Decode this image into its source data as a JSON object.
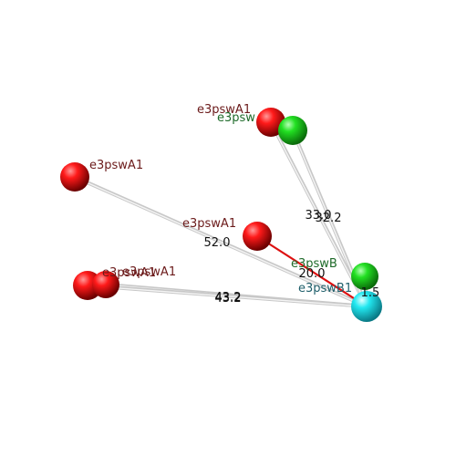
{
  "colors": {
    "background": "#ffffff",
    "bond_gray": "#c8c8c8",
    "bond_red": "#dd1111",
    "label_red": "#6b1a1a",
    "label_green": "#1f6b2a",
    "label_cyan": "#1f5f6b"
  },
  "atoms": [
    {
      "id": "a1",
      "label": "e3pswA1",
      "element": "red"
    },
    {
      "id": "a2",
      "label": "e3pswA1",
      "element": "red"
    },
    {
      "id": "a3",
      "label": "e3pswA1",
      "element": "red"
    },
    {
      "id": "a4",
      "label": "e3pswA1",
      "element": "red"
    },
    {
      "id": "a5",
      "label": "e3pswA1",
      "element": "red"
    },
    {
      "id": "g1",
      "label": "e3psw",
      "element": "green"
    },
    {
      "id": "g2",
      "label": "e3pswB",
      "element": "green"
    },
    {
      "id": "c1",
      "label": "e3pswB1",
      "element": "cyan"
    }
  ],
  "bonds": [
    {
      "from": "a1",
      "to": "c1",
      "distance": "33.0",
      "style": "gray"
    },
    {
      "from": "g1",
      "to": "c1",
      "distance": "32.2",
      "style": "gray"
    },
    {
      "from": "a2",
      "to": "c1",
      "distance": "52.0",
      "style": "gray"
    },
    {
      "from": "a3",
      "to": "c1",
      "distance": "20.0",
      "style": "red"
    },
    {
      "from": "a4",
      "to": "c1",
      "distance": "43.2",
      "style": "gray"
    },
    {
      "from": "a5",
      "to": "c1",
      "distance": "43.2",
      "style": "gray"
    },
    {
      "from": "g2",
      "to": "c1",
      "distance": "1.5",
      "style": "gray"
    }
  ]
}
